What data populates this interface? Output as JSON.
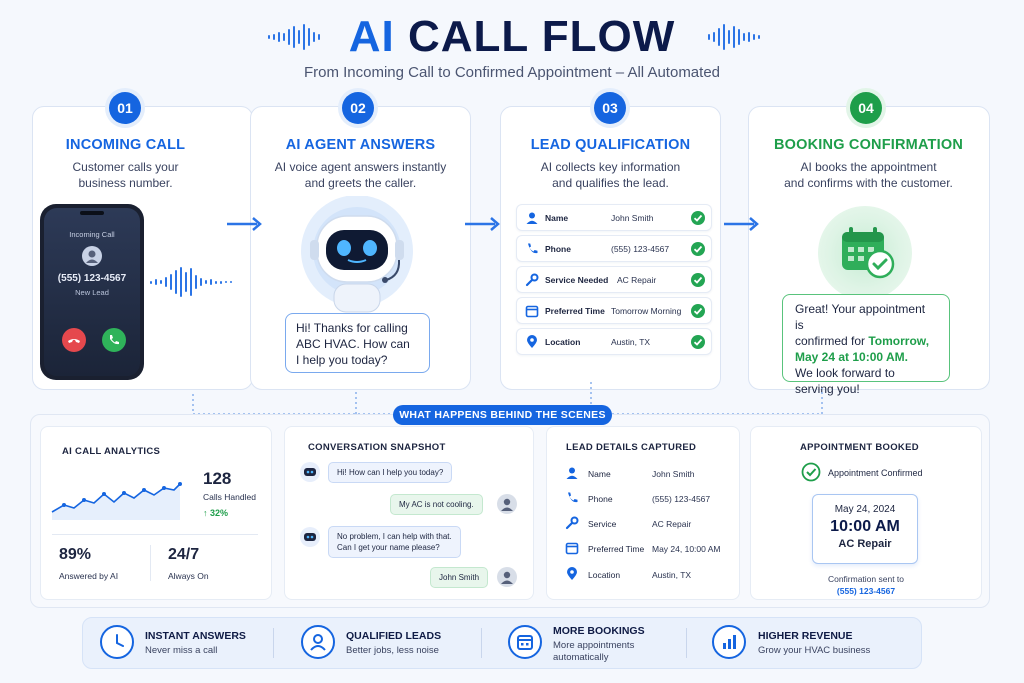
{
  "header": {
    "title_ai": "AI",
    "title_rest": "CALL FLOW",
    "subtitle": "From Incoming Call to Confirmed Appointment – All Automated"
  },
  "steps": [
    {
      "number": "01",
      "title": "INCOMING CALL",
      "desc_l1": "Customer calls your",
      "desc_l2": "business number."
    },
    {
      "number": "02",
      "title": "AI AGENT ANSWERS",
      "desc_l1": "AI voice agent answers instantly",
      "desc_l2": "and greets the caller."
    },
    {
      "number": "03",
      "title": "LEAD QUALIFICATION",
      "desc_l1": "AI collects key information",
      "desc_l2": "and qualifies the lead."
    },
    {
      "number": "04",
      "title": "BOOKING CONFIRMATION",
      "desc_l1": "AI books the appointment",
      "desc_l2": "and confirms with the customer."
    }
  ],
  "phone": {
    "label": "Incoming Call",
    "number": "(555) 123-4567",
    "sub": "New Lead"
  },
  "agent_bubble": {
    "l1": "Hi! Thanks for calling",
    "l2": "ABC HVAC. How can",
    "l3": "I help you today?"
  },
  "lead_fields": [
    {
      "label": "Name",
      "value": "John Smith",
      "icon": "user-icon"
    },
    {
      "label": "Phone",
      "value": "(555) 123-4567",
      "icon": "phone-icon"
    },
    {
      "label": "Service Needed",
      "value": "AC Repair",
      "icon": "wrench-icon"
    },
    {
      "label": "Preferred Time",
      "value": "Tomorrow Morning",
      "icon": "calendar-icon"
    },
    {
      "label": "Location",
      "value": "Austin, TX",
      "icon": "location-pin-icon"
    }
  ],
  "booking": {
    "msg_l1": "Great! Your appointment is",
    "msg_l2_a": "confirmed for ",
    "msg_l2_b": "Tomorrow,",
    "msg_l3": "May 24 at 10:00 AM.",
    "msg_l4": "We look forward to",
    "msg_l5": "serving you!"
  },
  "behind": {
    "pill": "WHAT HAPPENS BEHIND THE SCENES",
    "analytics": {
      "title": "AI CALL ANALYTICS",
      "calls": "128",
      "calls_label": "Calls Handled",
      "growth": "↑ 32%",
      "answered": "89%",
      "answered_label": "Answered by AI",
      "always": "24/7",
      "always_label": "Always On"
    },
    "conversation": {
      "title": "CONVERSATION SNAPSHOT",
      "m1": "Hi! How can I help you today?",
      "m2": "My AC is not cooling.",
      "m3_l1": "No problem, I can help with that.",
      "m3_l2": "Can I get your name please?",
      "m4": "John Smith"
    },
    "lead_details": {
      "title": "LEAD DETAILS CAPTURED",
      "rows": [
        {
          "label": "Name",
          "value": "John Smith"
        },
        {
          "label": "Phone",
          "value": "(555) 123-4567"
        },
        {
          "label": "Service",
          "value": "AC Repair"
        },
        {
          "label": "Preferred Time",
          "value": "May 24, 10:00 AM"
        },
        {
          "label": "Location",
          "value": "Austin, TX"
        }
      ]
    },
    "appointment": {
      "title": "APPOINTMENT BOOKED",
      "status": "Appointment Confirmed",
      "date": "May 24, 2024",
      "time": "10:00 AM",
      "service": "AC Repair",
      "sent_label": "Confirmation sent to",
      "sent_number": "(555) 123-4567"
    }
  },
  "benefits": [
    {
      "title": "INSTANT ANSWERS",
      "sub_l1": "Never miss a call",
      "sub_l2": ""
    },
    {
      "title": "QUALIFIED LEADS",
      "sub_l1": "Better jobs, less noise",
      "sub_l2": ""
    },
    {
      "title": "MORE BOOKINGS",
      "sub_l1": "More appointments",
      "sub_l2": "automatically"
    },
    {
      "title": "HIGHER REVENUE",
      "sub_l1": "Grow your HVAC business",
      "sub_l2": ""
    }
  ],
  "colors": {
    "primary": "#1565e0",
    "success": "#1e9e4a",
    "dark": "#0c1a4a"
  }
}
